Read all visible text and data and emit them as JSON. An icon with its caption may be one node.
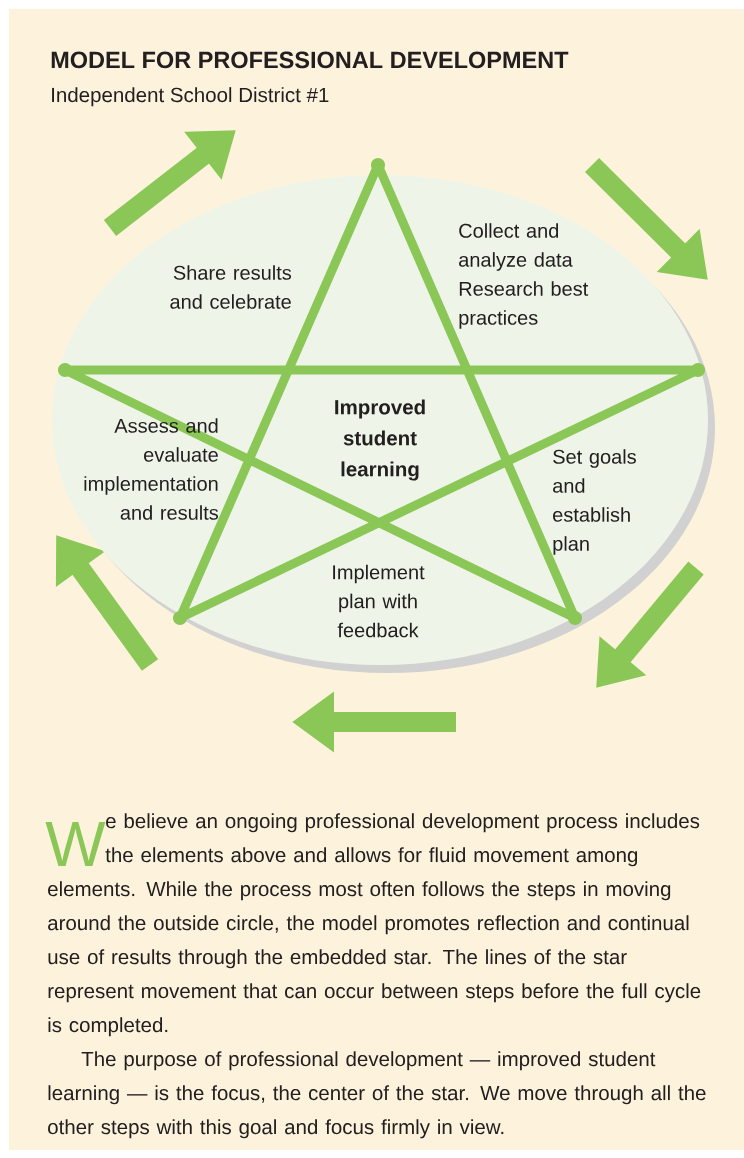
{
  "diagram": {
    "title": "MODEL FOR PROFESSIONAL DEVELOPMENT",
    "nodes": [
      {
        "text": [
          "Improved student learning"
        ]
      },
      {
        "text": [
          "Share results and celebrate"
        ],
        "in": 0
      },
      {
        "text": [
          "Collect and analyze data Research best practices"
        ],
        "in": 0
      },
      {
        "text": [
          "Assess and evaluate implementation and results"
        ],
        "in": 0
      },
      {
        "text": [
          "Set goals and establish plan"
        ],
        "in": 0
      },
      {
        "text": [
          "Implement plan with feedback"
        ],
        "in": 0
      }
    ],
    "labels": [
      "Independent School District #1",
      "W",
      "e believe an ongoing professional development process includes the elements above and allows for fluid movement among elements. While the process most often follows the steps in moving around the outside circle, the model promotes reflection and continual use of results through the embedded star. The lines of the star represent movement that can occur between steps before the full cycle is completed.",
      "The purpose of professional development — improved student learning — is the focus, the center of the star. We move through all the other steps with this goal and focus firmly in view."
    ]
  }
}
